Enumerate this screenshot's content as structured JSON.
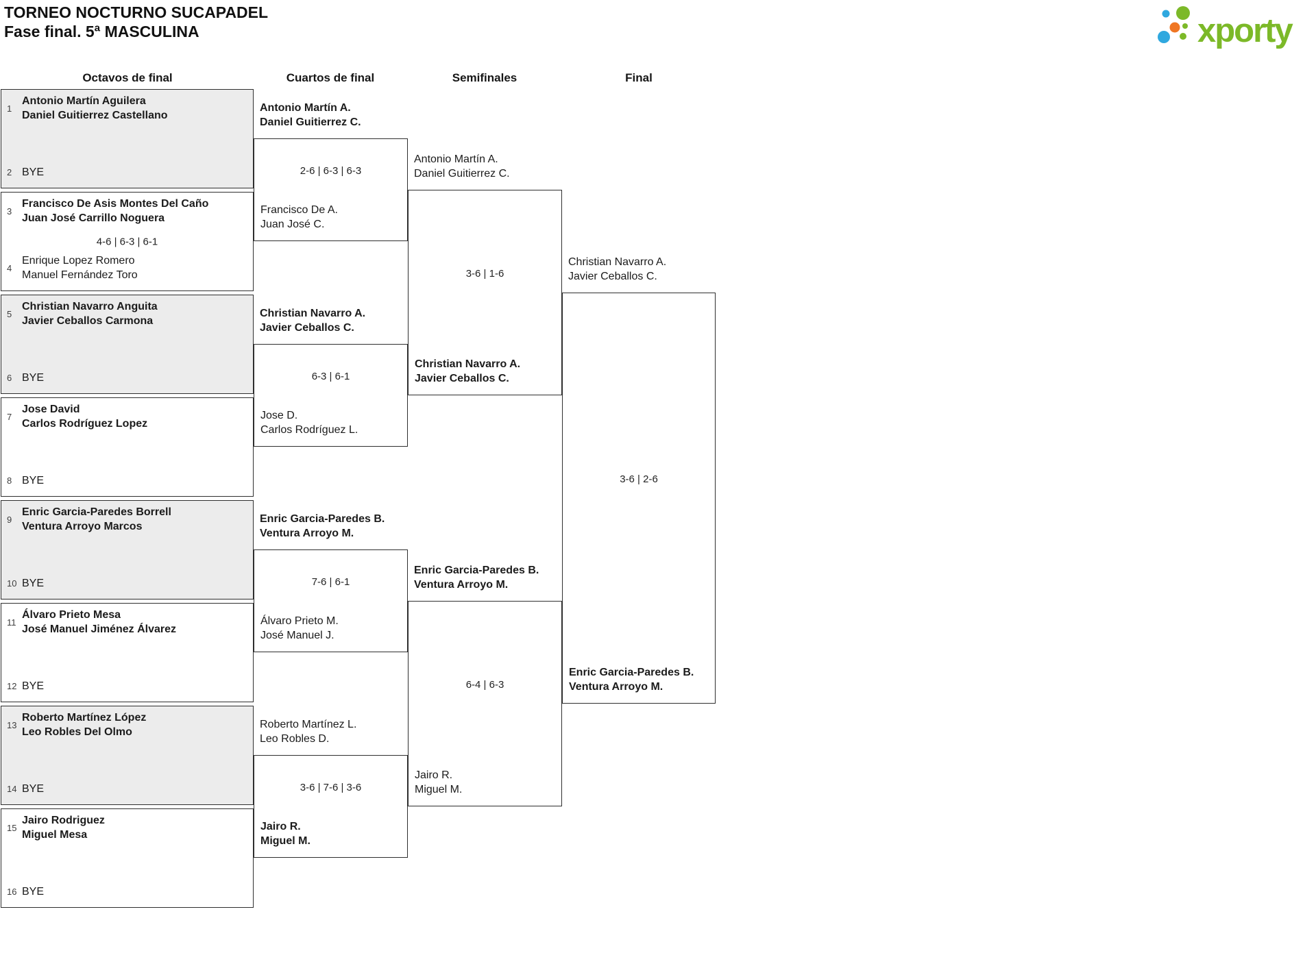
{
  "page": {
    "title_line1": "TORNEO NOCTURNO SUCAPADEL",
    "title_line2": "Fase final. 5ª MASCULINA"
  },
  "logo": {
    "text": "xporty",
    "green": "#7cb928",
    "blue": "#2fa8df",
    "orange": "#ef7623"
  },
  "round_headers": [
    "Octavos de final",
    "Cuartos de final",
    "Semifinales",
    "Final"
  ],
  "rounds": {
    "r16": [
      {
        "upper": {
          "seed": "1",
          "line1": "Antonio Martín Aguilera",
          "line2": "Daniel Guitierrez Castellano",
          "bold": true
        },
        "score": "",
        "lower": {
          "seed": "2",
          "line1": "BYE",
          "line2": "",
          "bold": false
        }
      },
      {
        "upper": {
          "seed": "3",
          "line1": "Francisco De Asis Montes Del Caño",
          "line2": "Juan José Carrillo Noguera",
          "bold": true
        },
        "score": "4-6 | 6-3 | 6-1",
        "lower": {
          "seed": "4",
          "line1": "Enrique Lopez Romero",
          "line2": "Manuel Fernández Toro",
          "bold": false
        }
      },
      {
        "upper": {
          "seed": "5",
          "line1": "Christian Navarro Anguita",
          "line2": "Javier Ceballos Carmona",
          "bold": true
        },
        "score": "",
        "lower": {
          "seed": "6",
          "line1": "BYE",
          "line2": "",
          "bold": false
        }
      },
      {
        "upper": {
          "seed": "7",
          "line1": "Jose David",
          "line2": "Carlos Rodríguez Lopez",
          "bold": true
        },
        "score": "",
        "lower": {
          "seed": "8",
          "line1": "BYE",
          "line2": "",
          "bold": false
        }
      },
      {
        "upper": {
          "seed": "9",
          "line1": "Enric Garcia-Paredes Borrell",
          "line2": "Ventura Arroyo Marcos",
          "bold": true
        },
        "score": "",
        "lower": {
          "seed": "10",
          "line1": "BYE",
          "line2": "",
          "bold": false
        }
      },
      {
        "upper": {
          "seed": "11",
          "line1": "Álvaro Prieto Mesa",
          "line2": "José Manuel Jiménez Álvarez",
          "bold": true
        },
        "score": "",
        "lower": {
          "seed": "12",
          "line1": "BYE",
          "line2": "",
          "bold": false
        }
      },
      {
        "upper": {
          "seed": "13",
          "line1": "Roberto Martínez López",
          "line2": "Leo Robles Del Olmo",
          "bold": true
        },
        "score": "",
        "lower": {
          "seed": "14",
          "line1": "BYE",
          "line2": "",
          "bold": false
        }
      },
      {
        "upper": {
          "seed": "15",
          "line1": "Jairo Rodriguez",
          "line2": "Miguel Mesa",
          "bold": true
        },
        "score": "",
        "lower": {
          "seed": "16",
          "line1": "BYE",
          "line2": "",
          "bold": false
        }
      }
    ],
    "qf": [
      {
        "upper": {
          "line1": "Antonio Martín A.",
          "line2": "Daniel Guitierrez C.",
          "bold": true
        },
        "score": "2-6 | 6-3 | 6-3",
        "lower": {
          "line1": "Francisco De A.",
          "line2": "Juan José C.",
          "bold": false
        }
      },
      {
        "upper": {
          "line1": "Christian Navarro A.",
          "line2": "Javier Ceballos C.",
          "bold": true
        },
        "score": "6-3 | 6-1",
        "lower": {
          "line1": "Jose D.",
          "line2": "Carlos Rodríguez L.",
          "bold": false
        }
      },
      {
        "upper": {
          "line1": "Enric Garcia-Paredes B.",
          "line2": "Ventura Arroyo M.",
          "bold": true
        },
        "score": "7-6 | 6-1",
        "lower": {
          "line1": "Álvaro Prieto M.",
          "line2": "José Manuel J.",
          "bold": false
        }
      },
      {
        "upper": {
          "line1": "Roberto Martínez L.",
          "line2": "Leo Robles D.",
          "bold": false
        },
        "score": "3-6 | 7-6 | 3-6",
        "lower": {
          "line1": "Jairo R.",
          "line2": "Miguel M.",
          "bold": true
        }
      }
    ],
    "sf": [
      {
        "upper": {
          "line1": "Antonio Martín A.",
          "line2": "Daniel Guitierrez C.",
          "bold": false
        },
        "score": "3-6 | 1-6",
        "lower": {
          "line1": "Christian Navarro A.",
          "line2": "Javier Ceballos C.",
          "bold": true
        }
      },
      {
        "upper": {
          "line1": "Enric Garcia-Paredes B.",
          "line2": "Ventura Arroyo M.",
          "bold": true
        },
        "score": "6-4 | 6-3",
        "lower": {
          "line1": "Jairo R.",
          "line2": "Miguel M.",
          "bold": false
        }
      }
    ],
    "final": [
      {
        "upper": {
          "line1": "Christian Navarro A.",
          "line2": "Javier Ceballos C.",
          "bold": false
        },
        "score": "3-6 | 2-6",
        "lower": {
          "line1": "Enric Garcia-Paredes B.",
          "line2": "Ventura Arroyo M.",
          "bold": true
        }
      }
    ]
  }
}
